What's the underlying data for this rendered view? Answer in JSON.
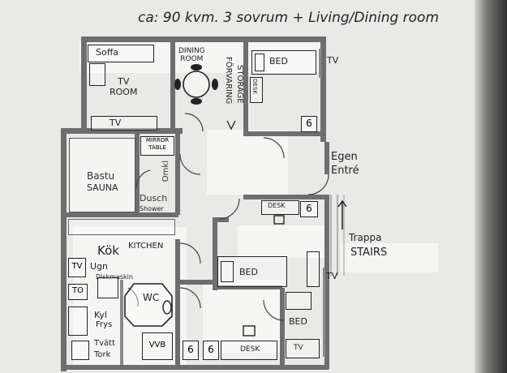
{
  "title": "ca: 90 kvm. 3 sovrum + Living/Dining room",
  "labels": {
    "soffa": "Soffa",
    "tv_room": "TV\nROOM",
    "tv_living": "TV",
    "dining_room": "DINING\nROOM",
    "storage_sv": "FÖRVARING",
    "storage_en": "STORAGE",
    "bed_1": "BED",
    "tv_bed1": "TV",
    "desk_1": "DESK",
    "six_1": "6",
    "mirror_table": "MIRROR\nTABLE",
    "omkl": "Omkl",
    "bastu": "Bastu",
    "sauna": "SAUNA",
    "dusch": "Dusch",
    "shower": "Shower",
    "egen_entre": "Egen\nEntré",
    "desk_2": "DESK",
    "six_2": "6",
    "trappa": "Trappa",
    "stairs": "STAIRS",
    "kok": "Kök",
    "kitchen": "KITCHEN",
    "tv_kitchen": "TV",
    "ugn": "Ugn",
    "diskmaskin": "Diskmaskin",
    "to": "TO",
    "wc": "WC",
    "kyl": "Kyl",
    "frys": "Frys",
    "tvatt": "Tvätt",
    "tork": "Tork",
    "vvb": "VVB",
    "bed_2": "BED",
    "tv_bed2": "TV",
    "six_3": "6",
    "six_4": "6",
    "desk_3": "DESK",
    "bed_3": "BED",
    "tv_bed3": "TV"
  }
}
